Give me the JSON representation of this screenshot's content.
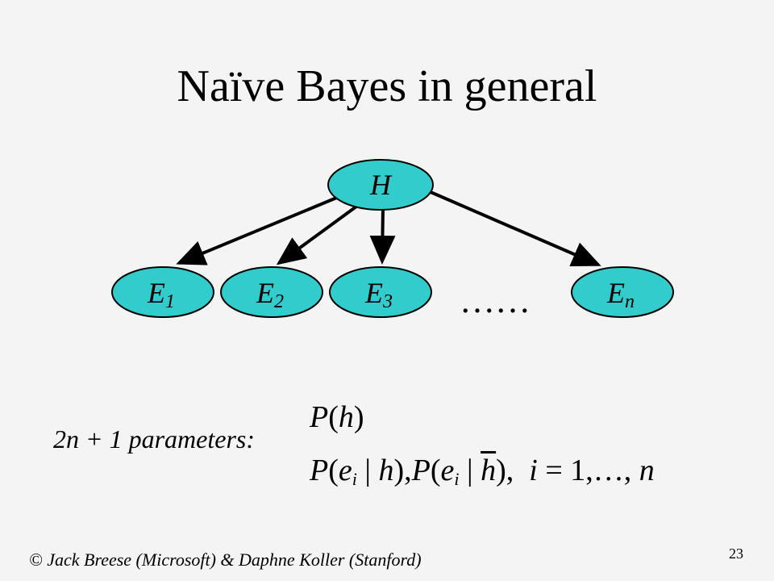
{
  "slide": {
    "title": "Naïve Bayes in general",
    "page_number": "23",
    "footer": "© Jack Breese (Microsoft) & Daphne Koller (Stanford)"
  },
  "diagram": {
    "node_fill": "#33cccc",
    "node_stroke": "#000000",
    "edge_color": "#000000",
    "root": {
      "label": "H"
    },
    "children": [
      {
        "base": "E",
        "sub": "1"
      },
      {
        "base": "E",
        "sub": "2"
      },
      {
        "base": "E",
        "sub": "3"
      },
      {
        "base": "E",
        "sub": "n"
      }
    ],
    "ellipsis": "……"
  },
  "parameters": {
    "label": "2n + 1 parameters:",
    "formula_line1": {
      "p": "P",
      "open": "(",
      "var": "h",
      "close": ")"
    },
    "formula_line2": {
      "p1": "P",
      "open1": "(",
      "e1": "e",
      "sub1": "i",
      "bar1": " | ",
      "h1": "h",
      "close1": "),",
      "p2": "P",
      "open2": "(",
      "e2": "e",
      "sub2": "i",
      "bar2": " | ",
      "h2": "h",
      "close2": "),",
      "idx": "i",
      "eq": " = 1,…, ",
      "n": "n"
    }
  }
}
